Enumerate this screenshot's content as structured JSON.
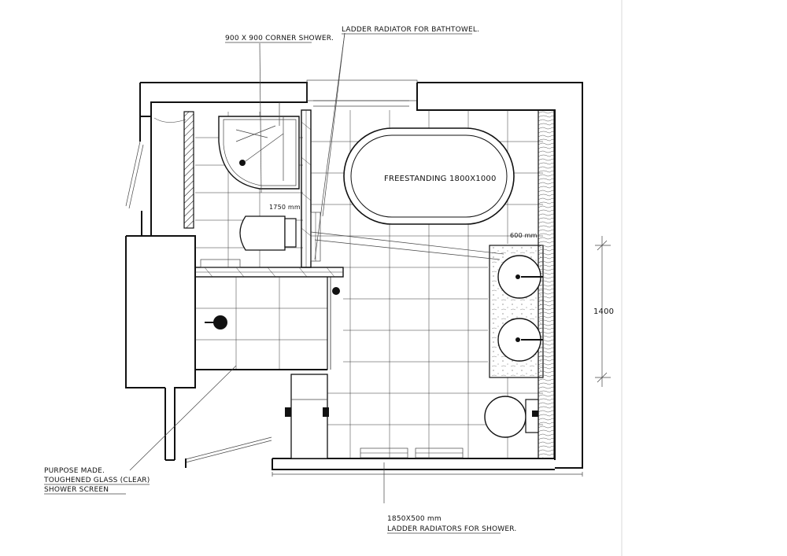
{
  "labels": {
    "corner_shower": "900 X 900 CORNER SHOWER.",
    "ladder_radiator_bath": "LADDER RADIATOR FOR BATHTOWEL.",
    "bath": "FREESTANDING 1800X1000",
    "dim_1750": "1750 mm",
    "dim_600": "600 mm",
    "dim_1400": "1400",
    "screen_line1": "PURPOSE MADE.",
    "screen_line2": "TOUGHENED GLASS (CLEAR)",
    "screen_line3": "SHOWER SCREEN",
    "radiator_size": "1850X500 mm",
    "radiator_shower": "LADDER RADIATORS FOR SHOWER."
  }
}
